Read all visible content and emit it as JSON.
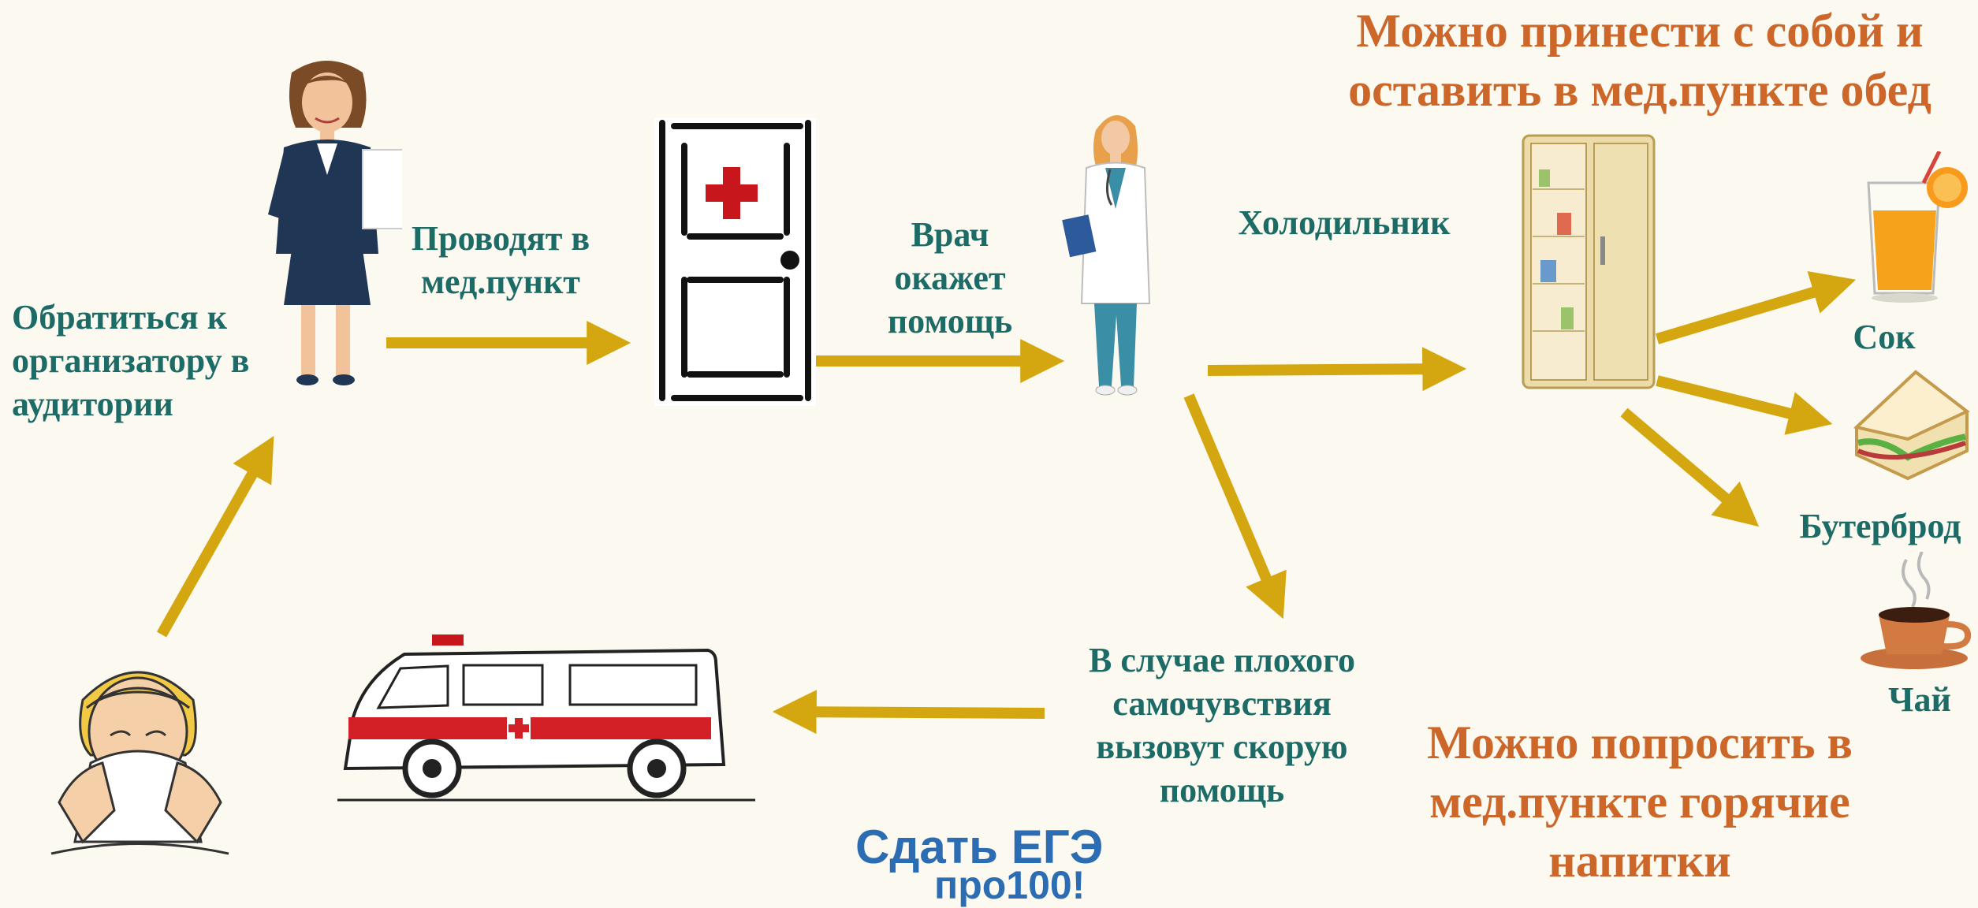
{
  "steps": {
    "contact_organizer": "Обратиться к организатору в аудитории",
    "escort_to_medpoint": "Проводят в мед.пункт",
    "doctor_help": "Врач окажет помощь",
    "fridge": "Холодильник",
    "call_ambulance": "В случае плохого самочувствия вызовут скорую помощь"
  },
  "headings": {
    "lunch": "Можно принести с собой и оставить в мед.пункте обед",
    "hot_drinks": "Можно попросить в мед.пункте горячие напитки"
  },
  "items": {
    "juice": "Сок",
    "sandwich": "Бутерброд",
    "tea": "Чай"
  },
  "logo": {
    "line1": "Сдать ЕГЭ",
    "line2": "про100!"
  },
  "colors": {
    "arrow": "#d4a710",
    "step_text": "#1c6b66",
    "heading_text": "#cc6629",
    "background": "#fcfaf0",
    "red_cross": "#c8161d"
  }
}
